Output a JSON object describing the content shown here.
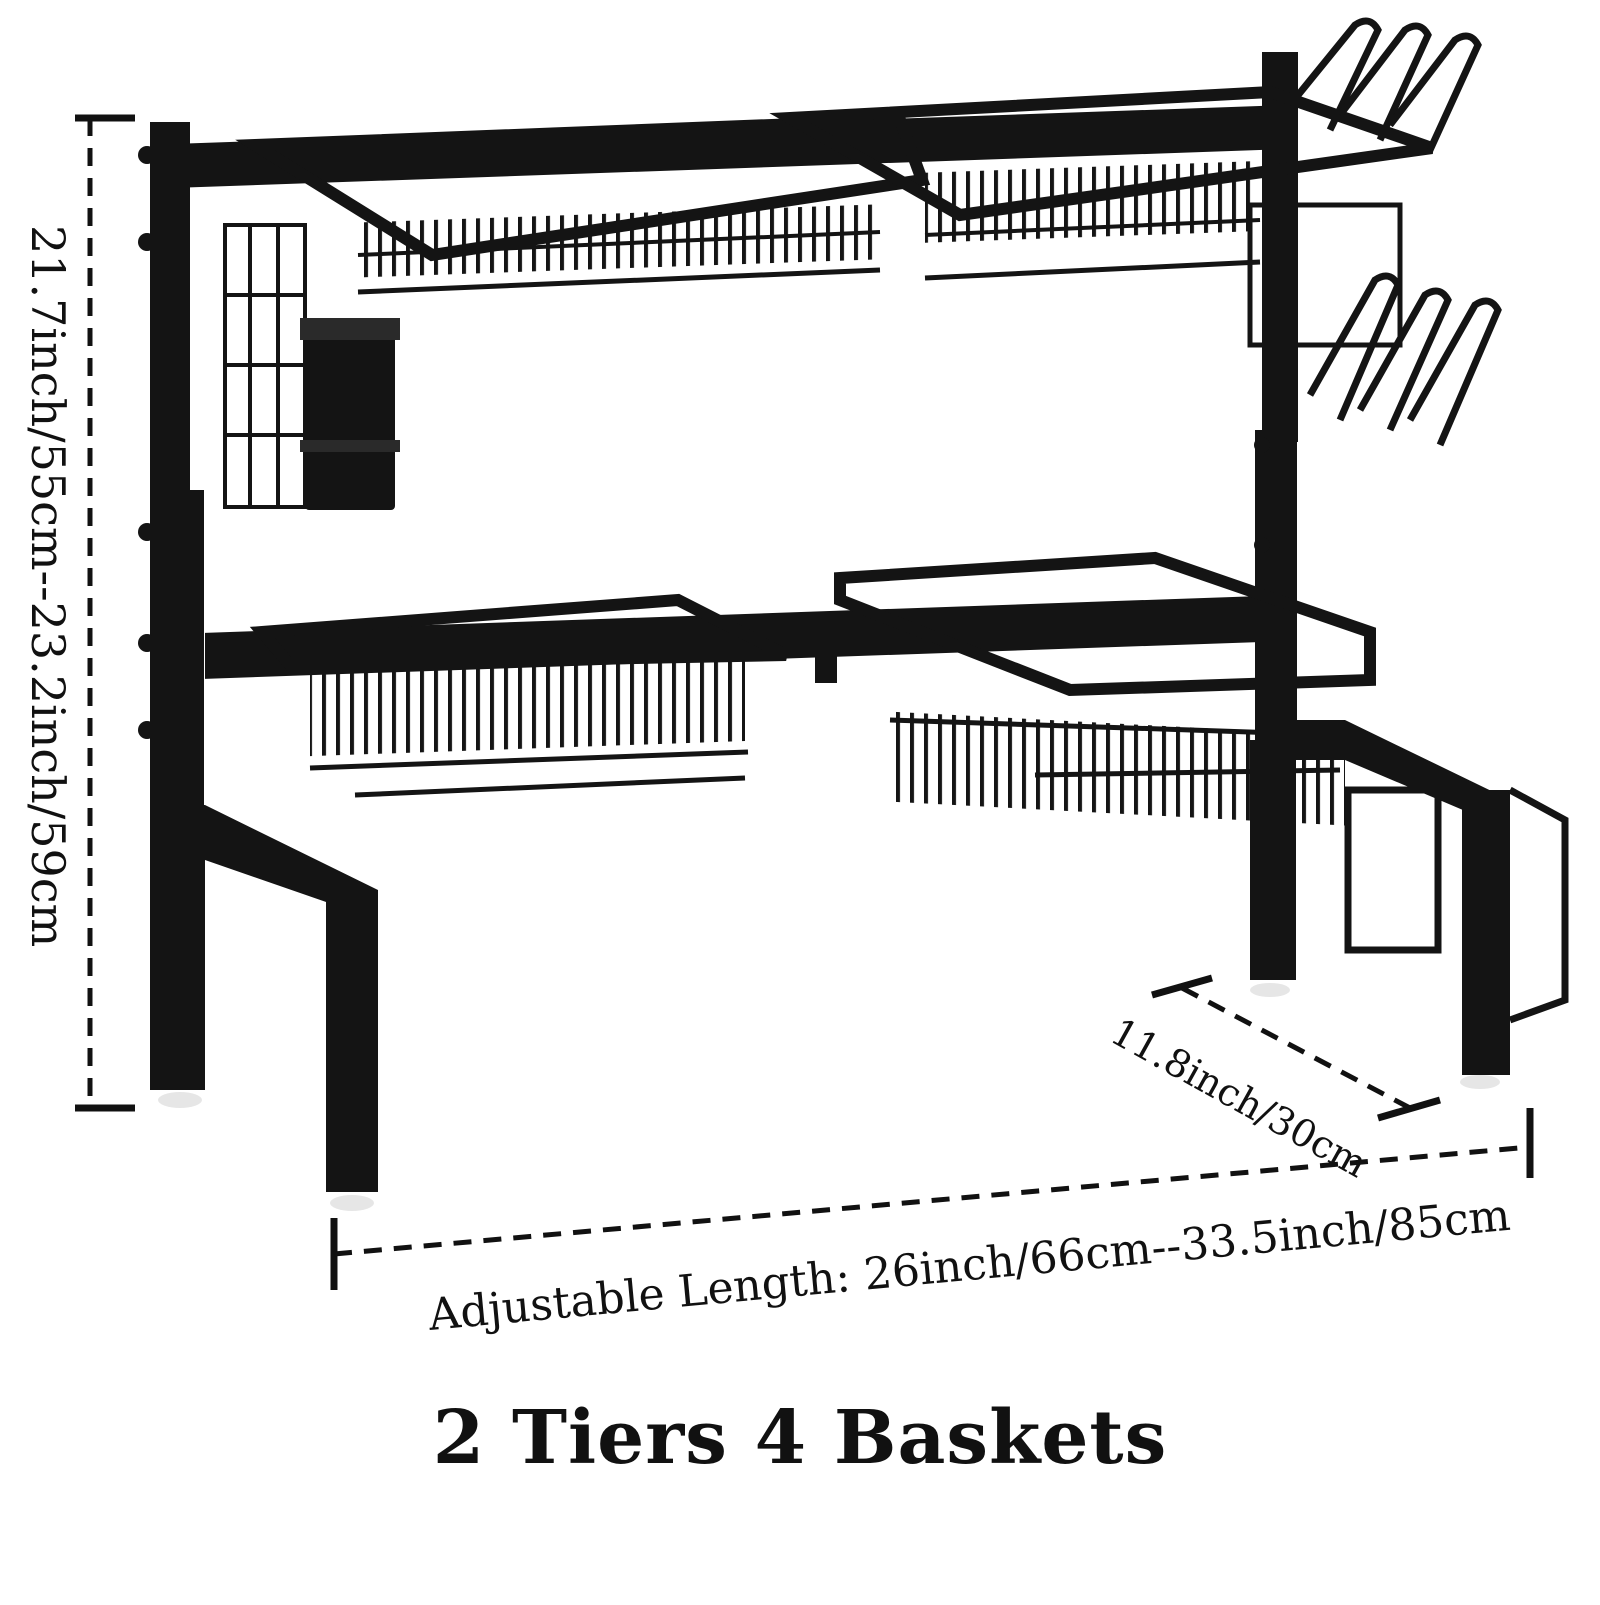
{
  "product": {
    "caption": "2 Tiers 4 Baskets",
    "color": "#141414"
  },
  "dimensions": {
    "height_label": "21.7inch/55cm--23.2inch/59cm",
    "depth_label": "11.8inch/30cm",
    "length_label": "Adjustable Length: 26inch/66cm--33.5inch/85cm"
  }
}
